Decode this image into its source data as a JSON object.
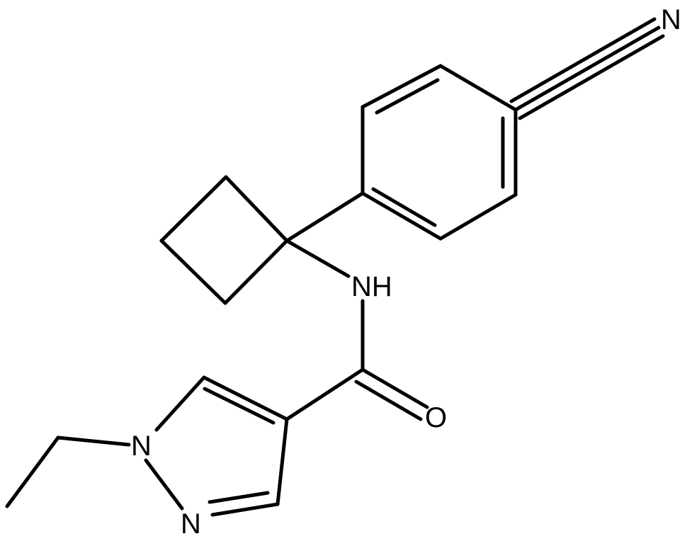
{
  "molecule": {
    "atoms": {
      "nitrile_n": "N",
      "amide_nh": "NH",
      "carbonyl_o": "O",
      "pyrazole_n1": "N",
      "pyrazole_n2": "N"
    }
  }
}
